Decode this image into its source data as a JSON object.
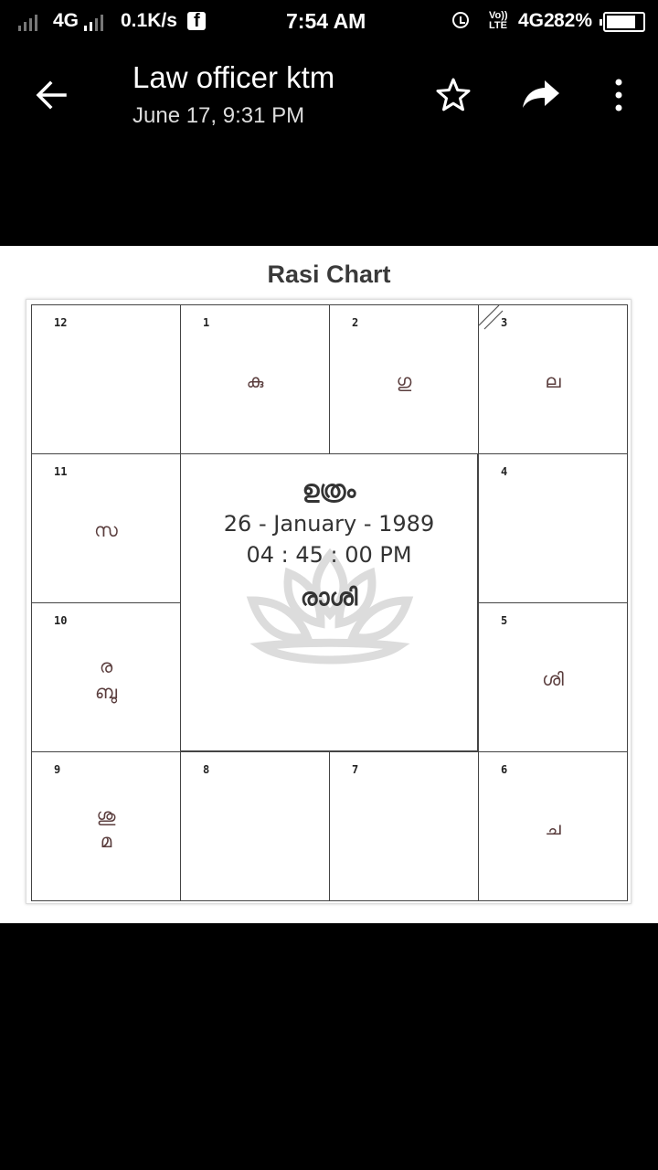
{
  "status_bar": {
    "network_1": "4G",
    "speed": "0.1K/s",
    "facebook_icon": "f",
    "time": "7:54 AM",
    "volte": [
      "Vo))",
      "LTE"
    ],
    "network_2": "4G2",
    "battery": "82%",
    "battery_level": 0.82
  },
  "app_bar": {
    "title": "Law officer ktm",
    "subtitle": "June 17, 9:31 PM",
    "icons": [
      "back-arrow-icon",
      "star-icon",
      "share-icon",
      "more-vert-icon"
    ]
  },
  "chart": {
    "title": "Rasi Chart",
    "houses": [
      {
        "num": "12",
        "planets": []
      },
      {
        "num": "1",
        "planets": [
          "കു"
        ]
      },
      {
        "num": "2",
        "planets": [
          "ഗു"
        ]
      },
      {
        "num": "3",
        "planets": [
          "ല"
        ]
      },
      {
        "num": "4",
        "planets": []
      },
      {
        "num": "5",
        "planets": [
          "ശി"
        ]
      },
      {
        "num": "6",
        "planets": [
          "ച"
        ]
      },
      {
        "num": "7",
        "planets": []
      },
      {
        "num": "8",
        "planets": []
      },
      {
        "num": "9",
        "planets": [
          "ശു",
          "മ"
        ]
      },
      {
        "num": "10",
        "planets": [
          "ര",
          "ബു"
        ]
      },
      {
        "num": "11",
        "planets": [
          "സ"
        ]
      }
    ],
    "center": {
      "star": "ഉത്രം",
      "date": "26 - January - 1989",
      "time": "04 : 45 : 00 PM",
      "label": "രാശി"
    }
  }
}
